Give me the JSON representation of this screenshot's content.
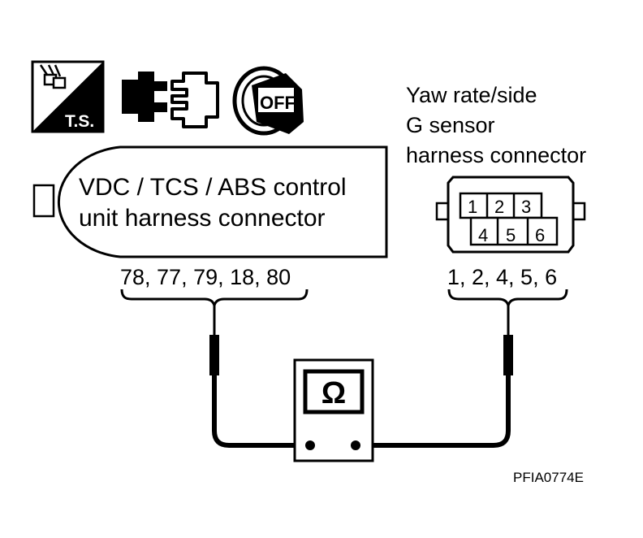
{
  "icons": [
    {
      "name": "ts-tester-icon",
      "text": "T.S."
    },
    {
      "name": "connector-disconnected-icon"
    },
    {
      "name": "ignition-off-icon",
      "text": "OFF"
    }
  ],
  "control_unit": {
    "label_line1": "VDC / TCS / ABS control",
    "label_line2": "unit harness connector",
    "terminals": "78, 77, 79, 18, 80"
  },
  "sensor": {
    "label_line1": "Yaw rate/side",
    "label_line2": "G sensor",
    "label_line3": "harness connector",
    "terminals": "1, 2, 4, 5, 6",
    "pins_top": [
      "1",
      "2",
      "3"
    ],
    "pins_bottom": [
      "4",
      "5",
      "6"
    ]
  },
  "meter": {
    "symbol": "Ω"
  },
  "figure_code": "PFIA0774E"
}
